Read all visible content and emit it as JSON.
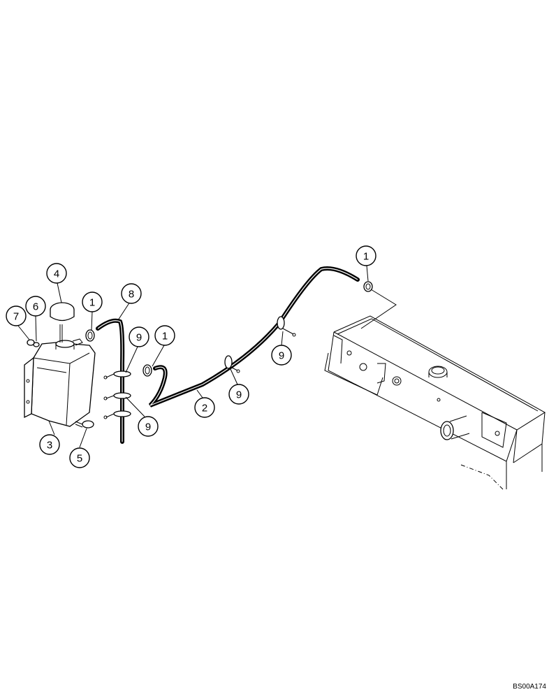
{
  "diagram": {
    "callouts": [
      {
        "id": "c4",
        "label": "4"
      },
      {
        "id": "c7",
        "label": "7"
      },
      {
        "id": "c6",
        "label": "6"
      },
      {
        "id": "c1a",
        "label": "1"
      },
      {
        "id": "c8",
        "label": "8"
      },
      {
        "id": "c9a",
        "label": "9"
      },
      {
        "id": "c1b",
        "label": "1"
      },
      {
        "id": "c3",
        "label": "3"
      },
      {
        "id": "c5",
        "label": "5"
      },
      {
        "id": "c9b",
        "label": "9"
      },
      {
        "id": "c2",
        "label": "2"
      },
      {
        "id": "c9c",
        "label": "9"
      },
      {
        "id": "c9d",
        "label": "9"
      },
      {
        "id": "c1c",
        "label": "1"
      }
    ],
    "reference_code": "BS00A174"
  }
}
